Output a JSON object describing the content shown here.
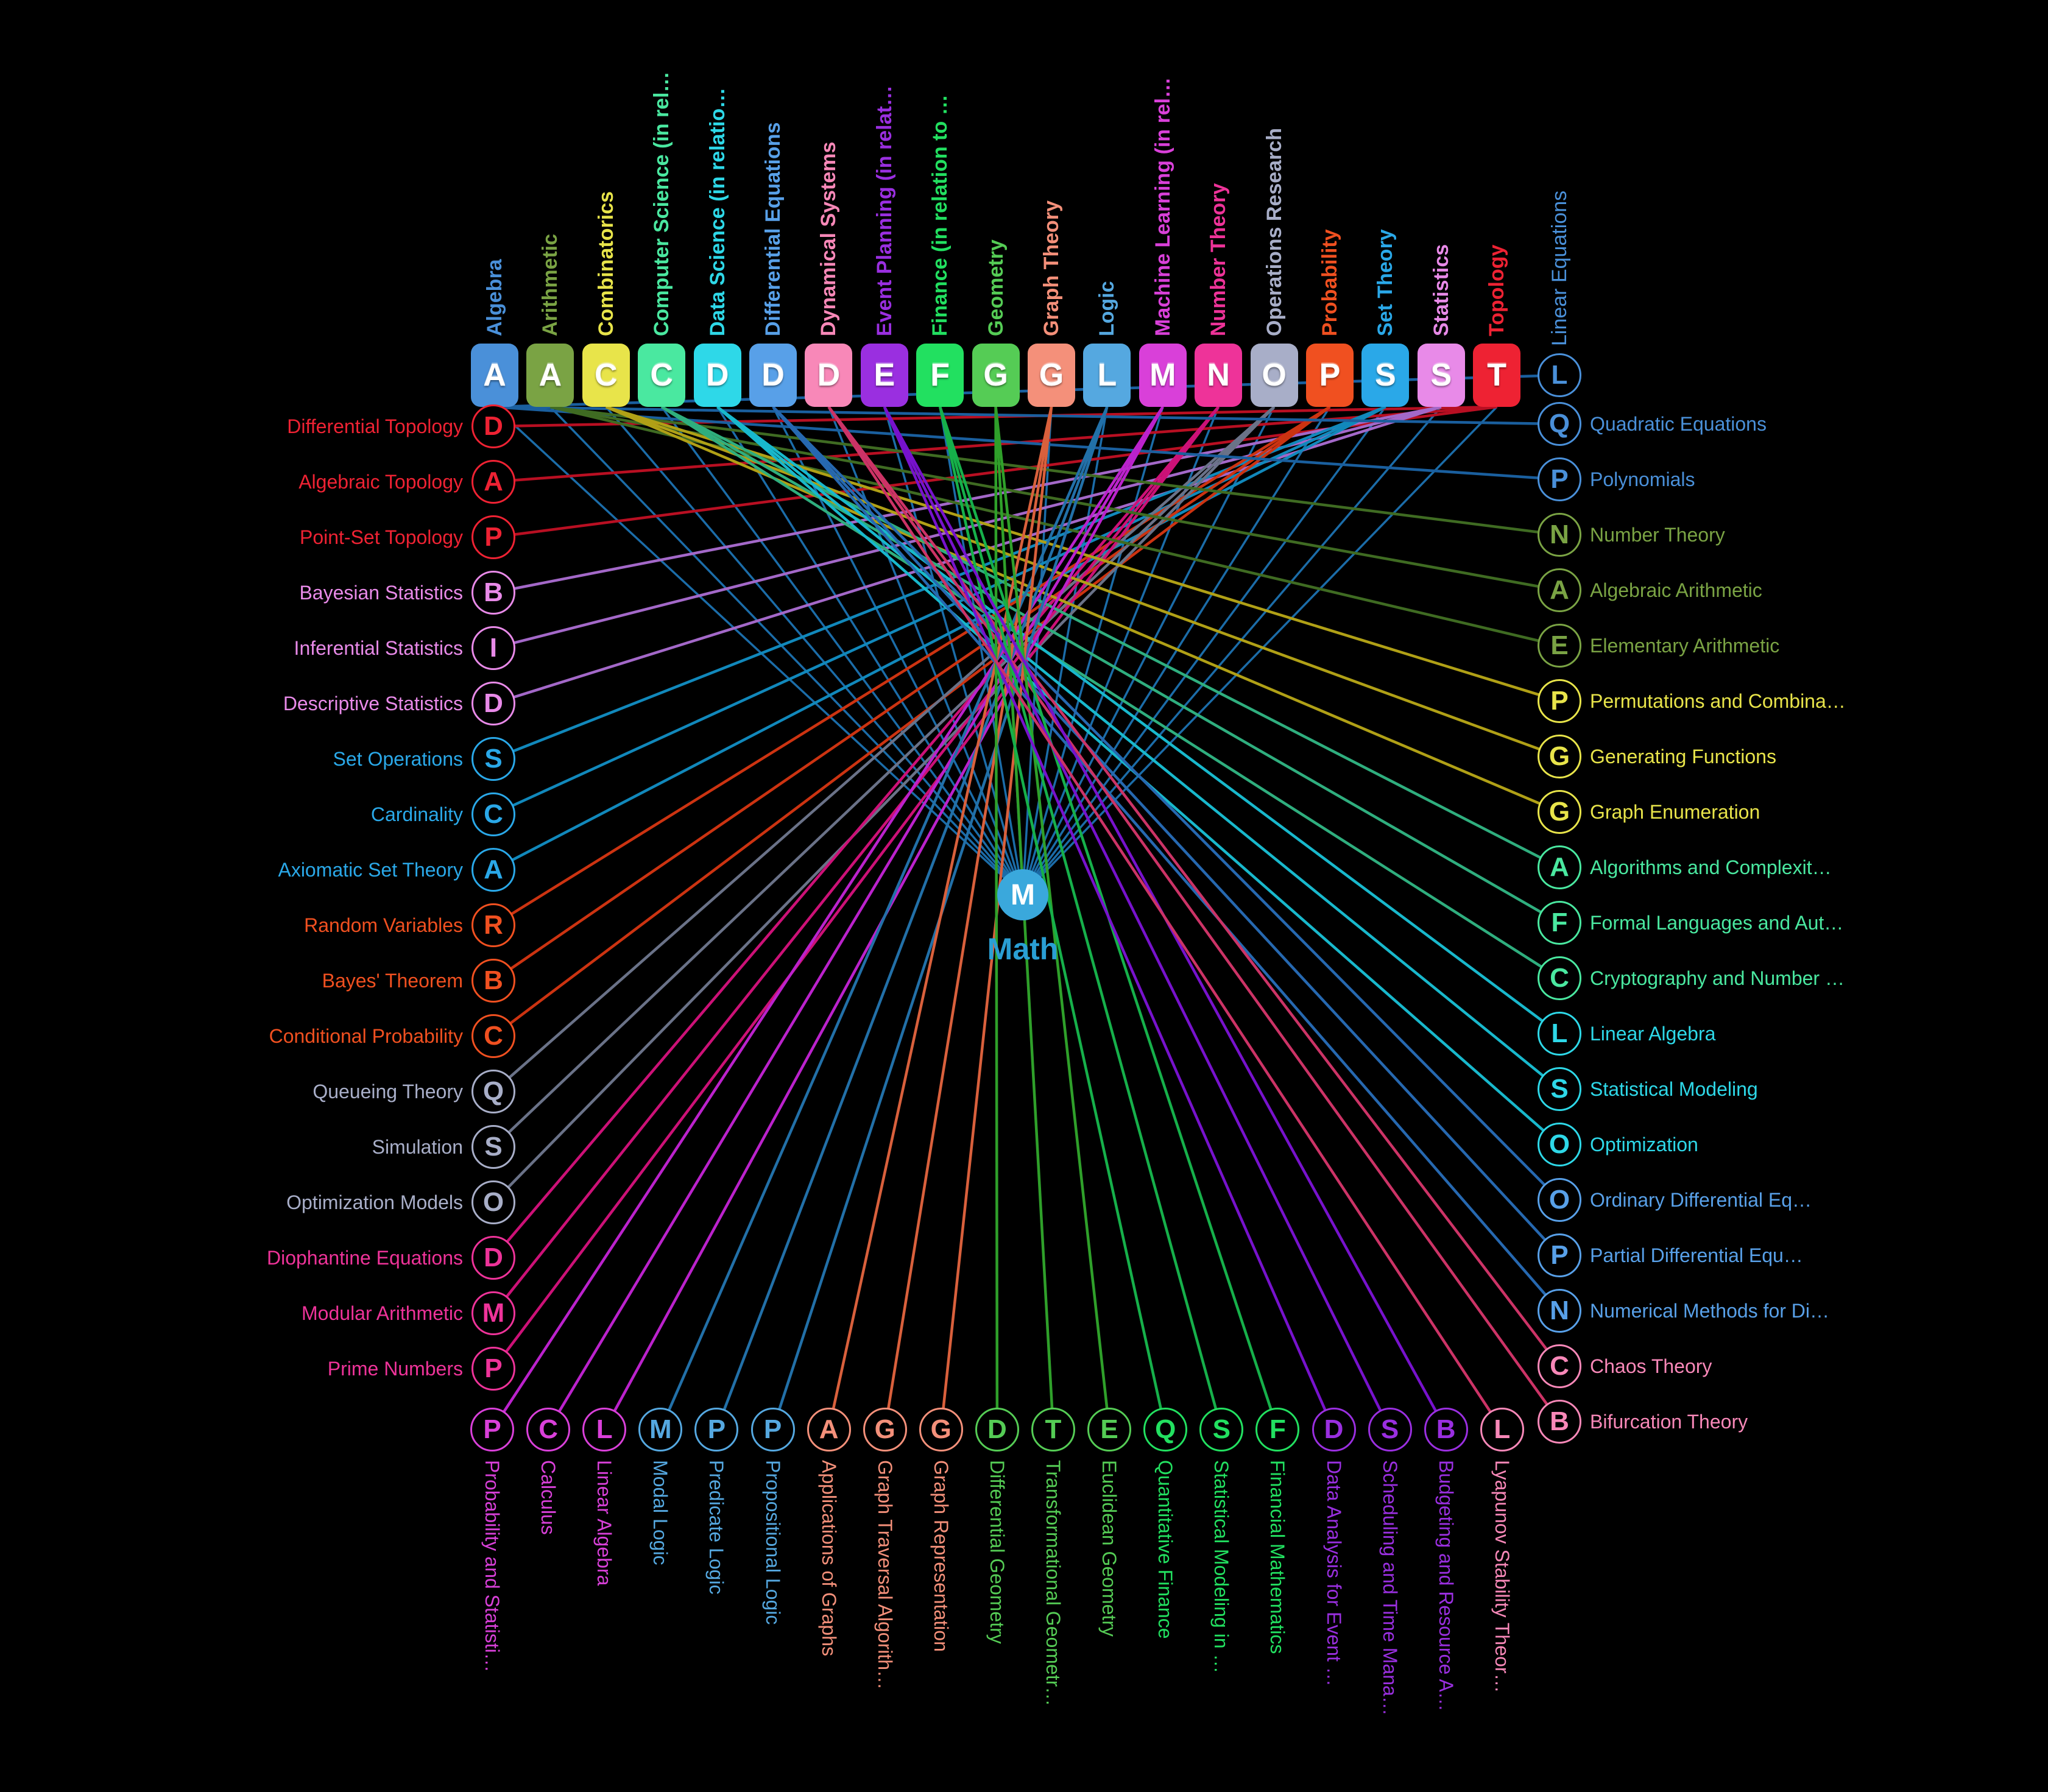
{
  "background": "#000000",
  "center": {
    "letter": "M",
    "label": "Math",
    "node_color": "#3aa8dc",
    "label_color": "#2a9fd4",
    "link_color": "#1b6ca8"
  },
  "categories": [
    {
      "letter": "A",
      "label": "Algebra",
      "color": "#4a90d9",
      "line": "#1a5f9e"
    },
    {
      "letter": "A",
      "label": "Arithmetic",
      "color": "#7aa344",
      "line": "#3f6b22"
    },
    {
      "letter": "C",
      "label": "Combinatorics",
      "color": "#e8e44a",
      "line": "#b0a016"
    },
    {
      "letter": "C",
      "label": "Computer Science (in rel…",
      "color": "#4ae8a0",
      "line": "#2fae7e"
    },
    {
      "letter": "D",
      "label": "Data Science (in relatio…",
      "color": "#2ed8e8",
      "line": "#18b8cc"
    },
    {
      "letter": "D",
      "label": "Differential Equations",
      "color": "#58a0e8",
      "line": "#2668b0"
    },
    {
      "letter": "D",
      "label": "Dynamical Systems",
      "color": "#f888b8",
      "line": "#cc3366"
    },
    {
      "letter": "E",
      "label": "Event Planning (in relat…",
      "color": "#9a2fe0",
      "line": "#7712cc"
    },
    {
      "letter": "F",
      "label": "Finance (in relation to …",
      "color": "#22e060",
      "line": "#16b04a"
    },
    {
      "letter": "G",
      "label": "Geometry",
      "color": "#55cc55",
      "line": "#2fa02a"
    },
    {
      "letter": "G",
      "label": "Graph Theory",
      "color": "#f4907a",
      "line": "#d9603c"
    },
    {
      "letter": "L",
      "label": "Logic",
      "color": "#55a8e0",
      "line": "#2270a8"
    },
    {
      "letter": "M",
      "label": "Machine Learning (in rel…",
      "color": "#d940d9",
      "line": "#bb22cc"
    },
    {
      "letter": "N",
      "label": "Number Theory",
      "color": "#ee3399",
      "line": "#cc1177"
    },
    {
      "letter": "O",
      "label": "Operations Research",
      "color": "#a8aec8",
      "line": "#6a7288"
    },
    {
      "letter": "P",
      "label": "Probability",
      "color": "#f05020",
      "line": "#cc3311"
    },
    {
      "letter": "S",
      "label": "Set Theory",
      "color": "#2aa8e8",
      "line": "#1188bb"
    },
    {
      "letter": "S",
      "label": "Statistics",
      "color": "#e88ae8",
      "line": "#a368c8"
    },
    {
      "letter": "T",
      "label": "Topology",
      "color": "#ee2233",
      "line": "#b80f22"
    }
  ],
  "subtopics": {
    "top": [
      {
        "letter": "L",
        "label": "Linear Equations",
        "cat": 0
      }
    ],
    "left": [
      {
        "letter": "D",
        "label": "Differential Topology",
        "cat": 18
      },
      {
        "letter": "A",
        "label": "Algebraic Topology",
        "cat": 18
      },
      {
        "letter": "P",
        "label": "Point-Set Topology",
        "cat": 18
      },
      {
        "letter": "B",
        "label": "Bayesian Statistics",
        "cat": 17
      },
      {
        "letter": "I",
        "label": "Inferential Statistics",
        "cat": 17
      },
      {
        "letter": "D",
        "label": "Descriptive Statistics",
        "cat": 17
      },
      {
        "letter": "S",
        "label": "Set Operations",
        "cat": 16
      },
      {
        "letter": "C",
        "label": "Cardinality",
        "cat": 16
      },
      {
        "letter": "A",
        "label": "Axiomatic Set Theory",
        "cat": 16
      },
      {
        "letter": "R",
        "label": "Random Variables",
        "cat": 15
      },
      {
        "letter": "B",
        "label": "Bayes' Theorem",
        "cat": 15
      },
      {
        "letter": "C",
        "label": "Conditional Probability",
        "cat": 15
      },
      {
        "letter": "Q",
        "label": "Queueing Theory",
        "cat": 14
      },
      {
        "letter": "S",
        "label": "Simulation",
        "cat": 14
      },
      {
        "letter": "O",
        "label": "Optimization Models",
        "cat": 14
      },
      {
        "letter": "D",
        "label": "Diophantine Equations",
        "cat": 13
      },
      {
        "letter": "M",
        "label": "Modular Arithmetic",
        "cat": 13
      },
      {
        "letter": "P",
        "label": "Prime Numbers",
        "cat": 13
      }
    ],
    "right": [
      {
        "letter": "Q",
        "label": "Quadratic Equations",
        "cat": 0
      },
      {
        "letter": "P",
        "label": "Polynomials",
        "cat": 0
      },
      {
        "letter": "N",
        "label": "Number Theory",
        "cat": 1
      },
      {
        "letter": "A",
        "label": "Algebraic Arithmetic",
        "cat": 1
      },
      {
        "letter": "E",
        "label": "Elementary Arithmetic",
        "cat": 1
      },
      {
        "letter": "P",
        "label": "Permutations and Combina…",
        "cat": 2
      },
      {
        "letter": "G",
        "label": "Generating Functions",
        "cat": 2
      },
      {
        "letter": "G",
        "label": "Graph Enumeration",
        "cat": 2
      },
      {
        "letter": "A",
        "label": "Algorithms and Complexit…",
        "cat": 3
      },
      {
        "letter": "F",
        "label": "Formal Languages and Aut…",
        "cat": 3
      },
      {
        "letter": "C",
        "label": "Cryptography and Number …",
        "cat": 3
      },
      {
        "letter": "L",
        "label": "Linear Algebra",
        "cat": 4
      },
      {
        "letter": "S",
        "label": "Statistical Modeling",
        "cat": 4
      },
      {
        "letter": "O",
        "label": "Optimization",
        "cat": 4
      },
      {
        "letter": "O",
        "label": "Ordinary Differential Eq…",
        "cat": 5
      },
      {
        "letter": "P",
        "label": "Partial Differential Equ…",
        "cat": 5
      },
      {
        "letter": "N",
        "label": "Numerical Methods for Di…",
        "cat": 5
      },
      {
        "letter": "C",
        "label": "Chaos Theory",
        "cat": 6
      },
      {
        "letter": "B",
        "label": "Bifurcation Theory",
        "cat": 6
      }
    ],
    "bottom": [
      {
        "letter": "P",
        "label": "Probability and Statisti…",
        "cat": 12
      },
      {
        "letter": "C",
        "label": "Calculus",
        "cat": 12
      },
      {
        "letter": "L",
        "label": "Linear Algebra",
        "cat": 12
      },
      {
        "letter": "M",
        "label": "Modal Logic",
        "cat": 11
      },
      {
        "letter": "P",
        "label": "Predicate Logic",
        "cat": 11
      },
      {
        "letter": "P",
        "label": "Propositional Logic",
        "cat": 11
      },
      {
        "letter": "A",
        "label": "Applications of Graphs",
        "cat": 10
      },
      {
        "letter": "G",
        "label": "Graph Traversal Algorith…",
        "cat": 10
      },
      {
        "letter": "G",
        "label": "Graph Representation",
        "cat": 10
      },
      {
        "letter": "D",
        "label": "Differential Geometry",
        "cat": 9
      },
      {
        "letter": "T",
        "label": "Transformational Geometr…",
        "cat": 9
      },
      {
        "letter": "E",
        "label": "Euclidean Geometry",
        "cat": 9
      },
      {
        "letter": "Q",
        "label": "Quantitative Finance",
        "cat": 8
      },
      {
        "letter": "S",
        "label": "Statistical Modeling in …",
        "cat": 8
      },
      {
        "letter": "F",
        "label": "Financial Mathematics",
        "cat": 8
      },
      {
        "letter": "D",
        "label": "Data Analysis for Event …",
        "cat": 7
      },
      {
        "letter": "S",
        "label": "Scheduling and Time Mana…",
        "cat": 7
      },
      {
        "letter": "B",
        "label": "Budgeting and Resource A…",
        "cat": 7
      },
      {
        "letter": "L",
        "label": "Lyapunov Stability Theor…",
        "cat": 6
      }
    ]
  }
}
